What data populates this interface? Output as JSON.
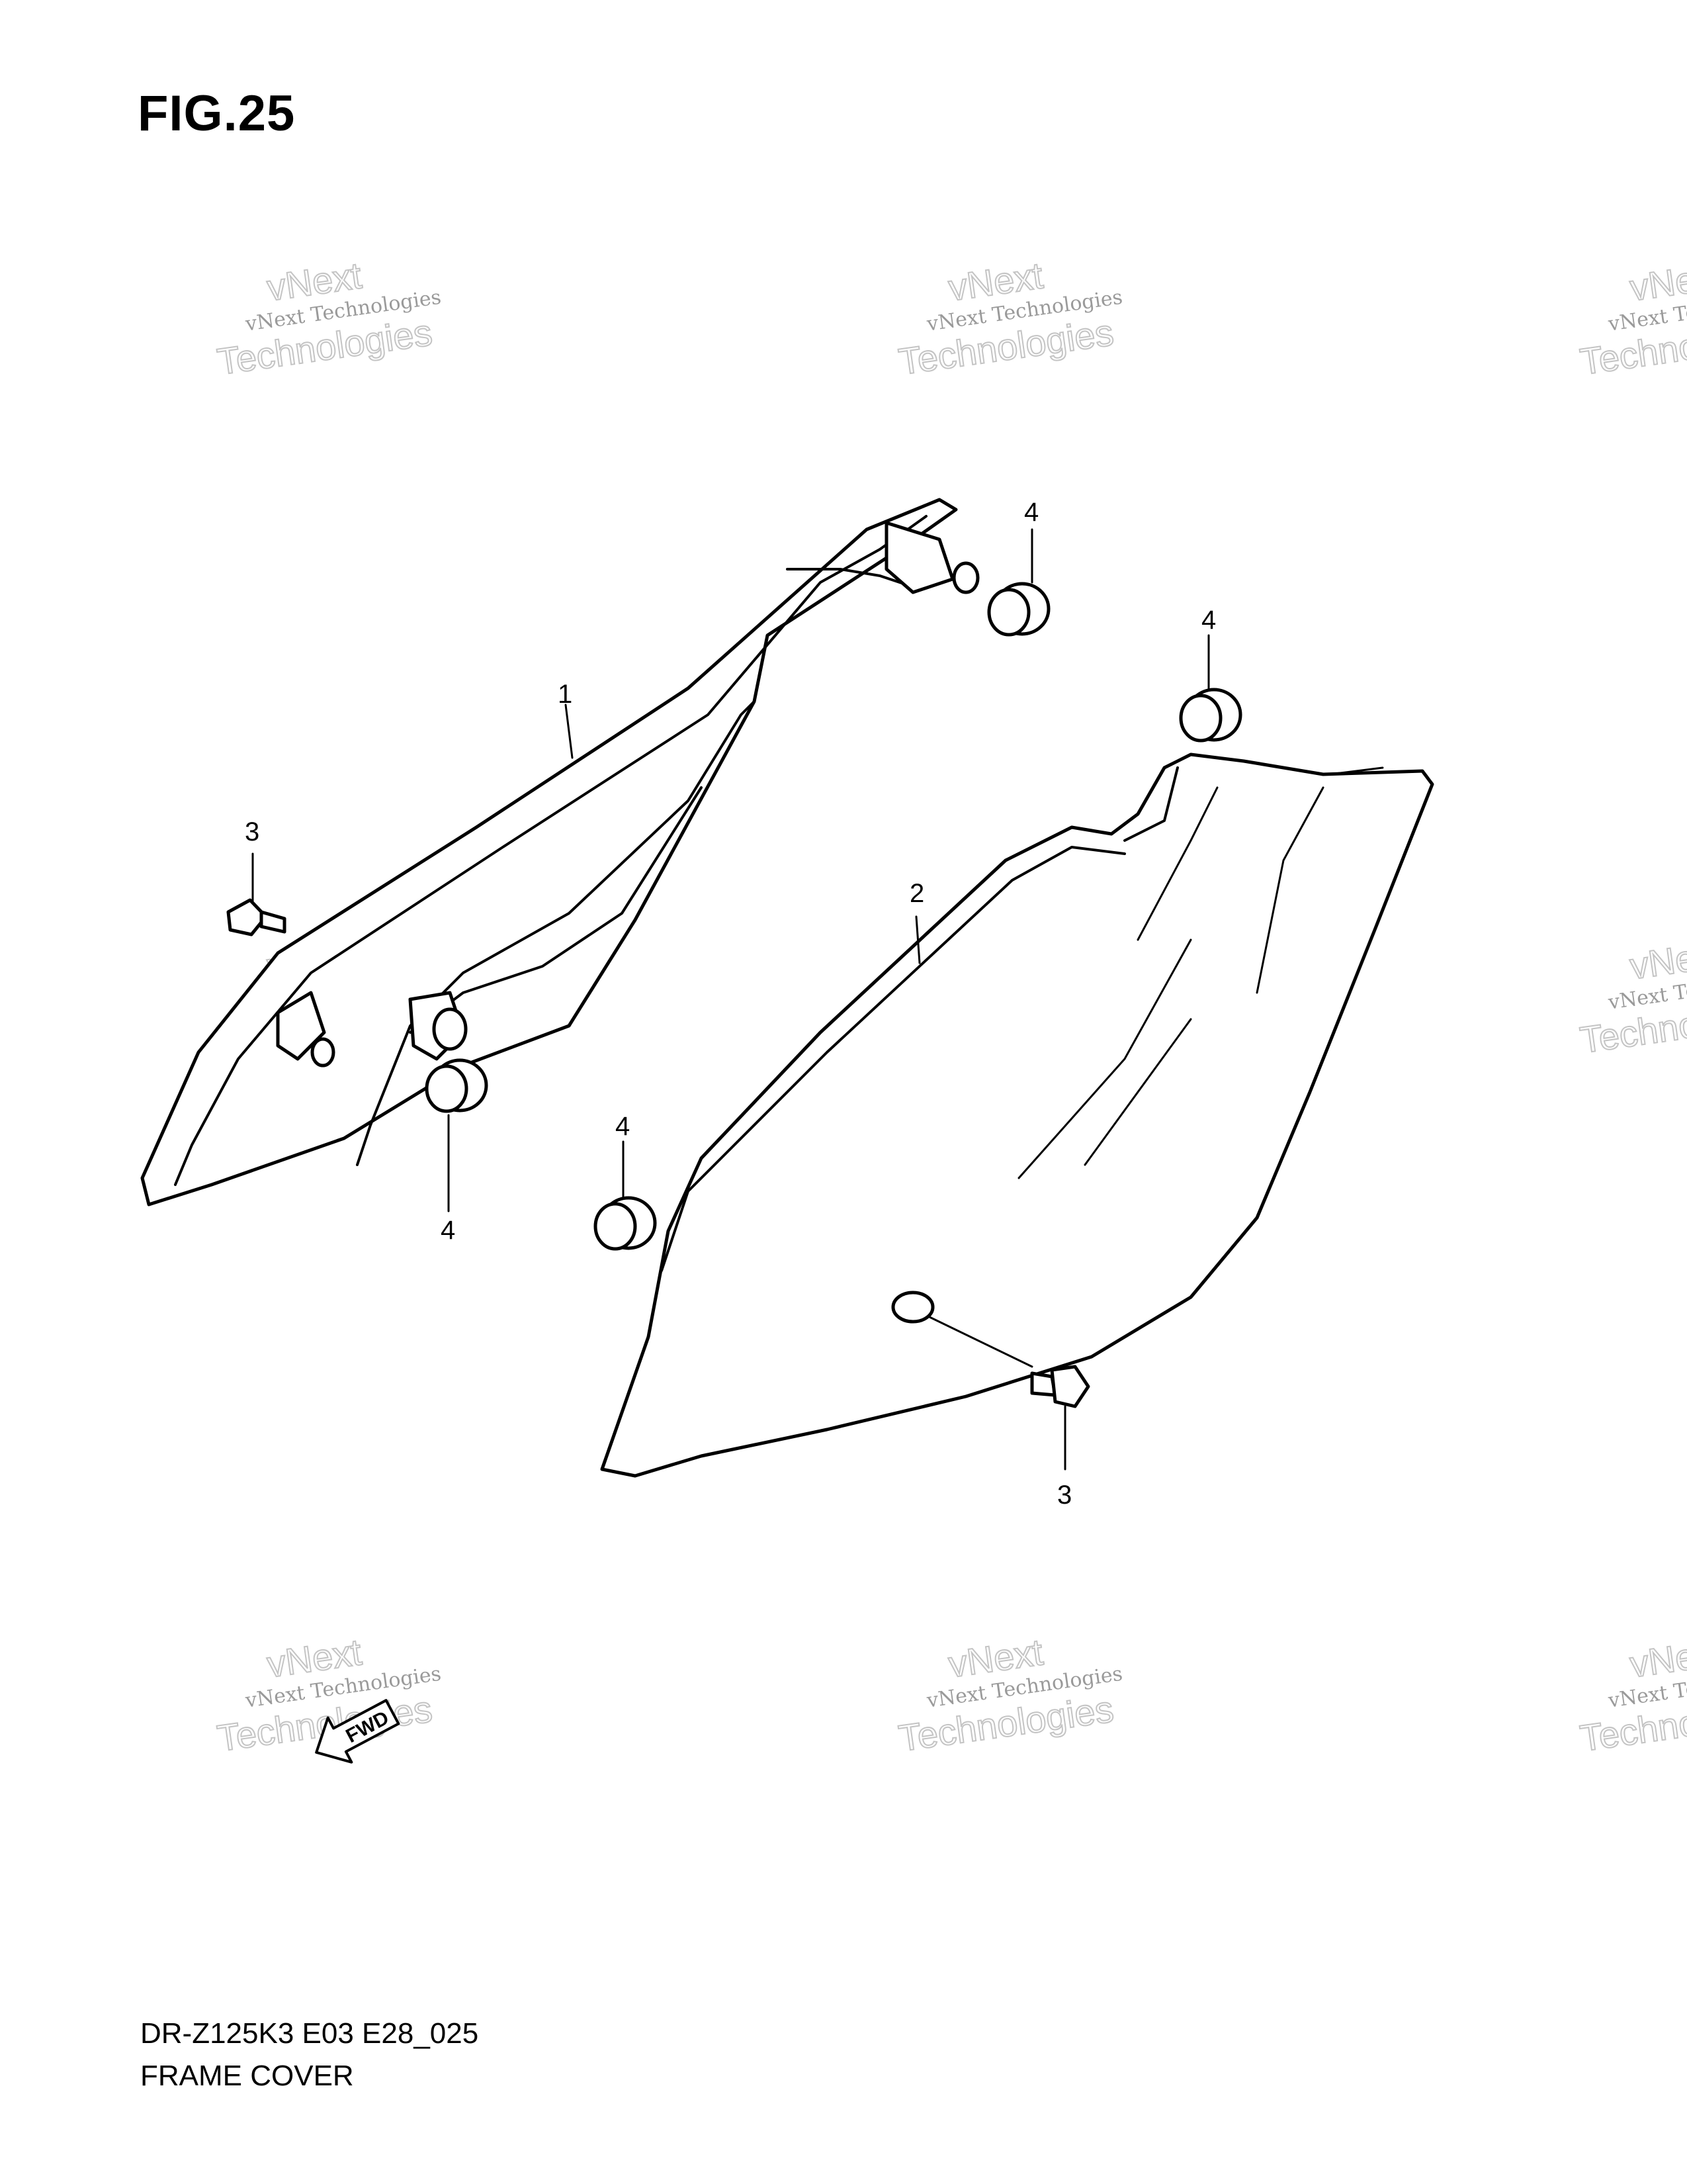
{
  "figure_title": "FIG.25",
  "footer": {
    "model_code": "DR-Z125K3 E03 E28_025",
    "section_name": "FRAME COVER"
  },
  "callouts": {
    "c1": "1",
    "c2": "2",
    "c3a": "3",
    "c3b": "3",
    "c4a": "4",
    "c4b": "4",
    "c4c": "4",
    "c4d": "4"
  },
  "fwd_label": "FWD",
  "watermark": {
    "line1": "vNext Technologies",
    "line2": "vNext",
    "line3": "Technologies"
  }
}
